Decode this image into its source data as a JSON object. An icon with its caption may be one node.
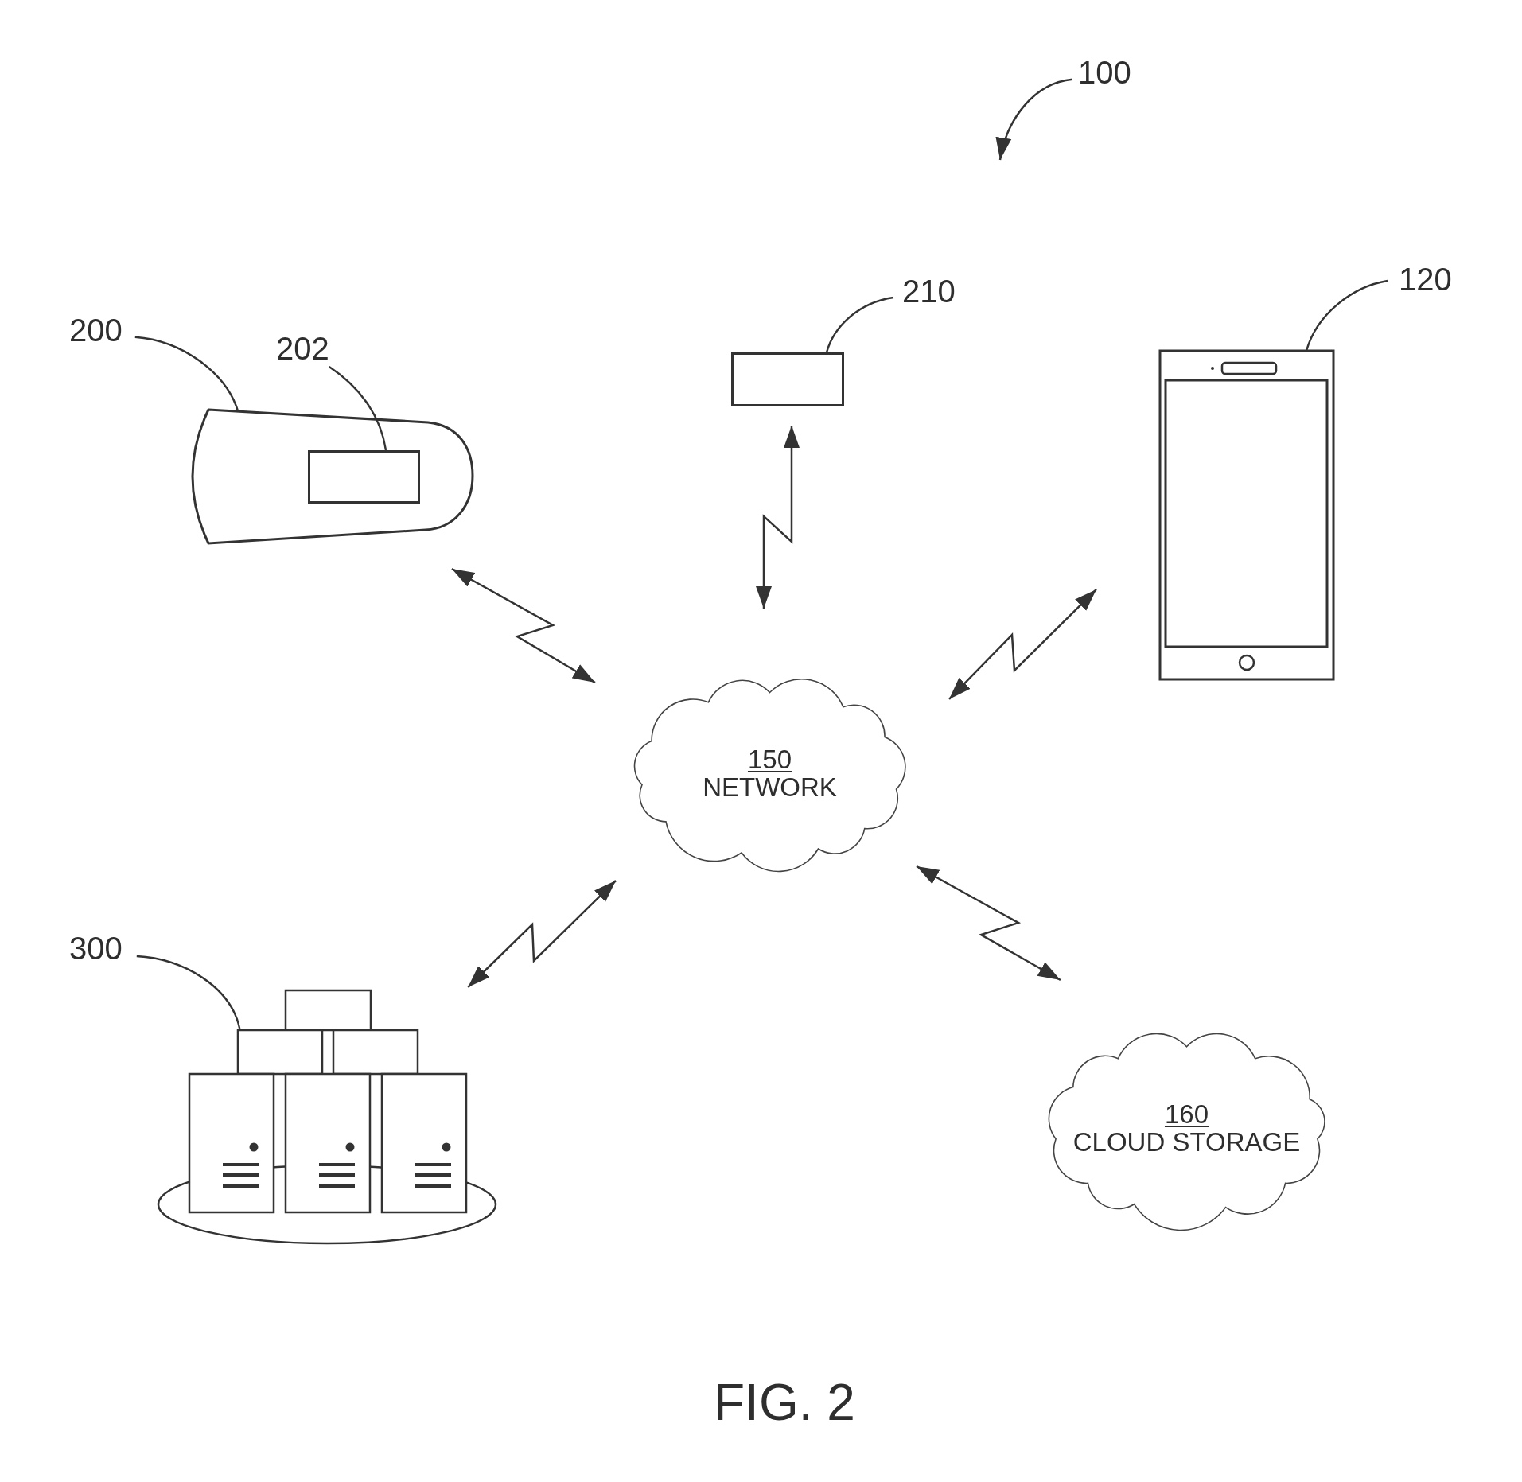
{
  "diagram": {
    "caption": "FIG. 2",
    "nodes": [
      {
        "text": [
          "100"
        ]
      },
      {
        "text": [
          "200"
        ]
      },
      {
        "text": [],
        "shape": "picture"
      },
      {
        "text": [
          "202"
        ]
      },
      {
        "text": [],
        "shape": "box",
        "in": 2
      },
      {
        "text": [
          "210"
        ]
      },
      {
        "text": [],
        "shape": "box"
      },
      {
        "text": [
          "120"
        ]
      },
      {
        "text": [],
        "shape": "picture"
      },
      {
        "text": [
          "150",
          "NETWORK"
        ]
      },
      {
        "text": [
          "300"
        ]
      },
      {
        "text": [],
        "shape": "picture"
      },
      {
        "text": [
          "160",
          "CLOUD STORAGE"
        ]
      }
    ],
    "edges": [
      {
        "from": 0,
        "to": null,
        "arrow": "to"
      },
      {
        "from": 1,
        "to": 2,
        "arrow": "none"
      },
      {
        "from": 3,
        "to": 4,
        "arrow": "none"
      },
      {
        "from": 5,
        "to": 6,
        "arrow": "none"
      },
      {
        "from": 7,
        "to": 8,
        "arrow": "none"
      },
      {
        "from": 10,
        "to": 11,
        "arrow": "none"
      },
      {
        "from": 2,
        "to": 9,
        "arrow": "both"
      },
      {
        "from": 6,
        "to": 9,
        "arrow": "both"
      },
      {
        "from": 8,
        "to": 9,
        "arrow": "both"
      },
      {
        "from": 11,
        "to": 9,
        "arrow": "both"
      },
      {
        "from": 9,
        "to": 12,
        "arrow": "both"
      }
    ]
  }
}
